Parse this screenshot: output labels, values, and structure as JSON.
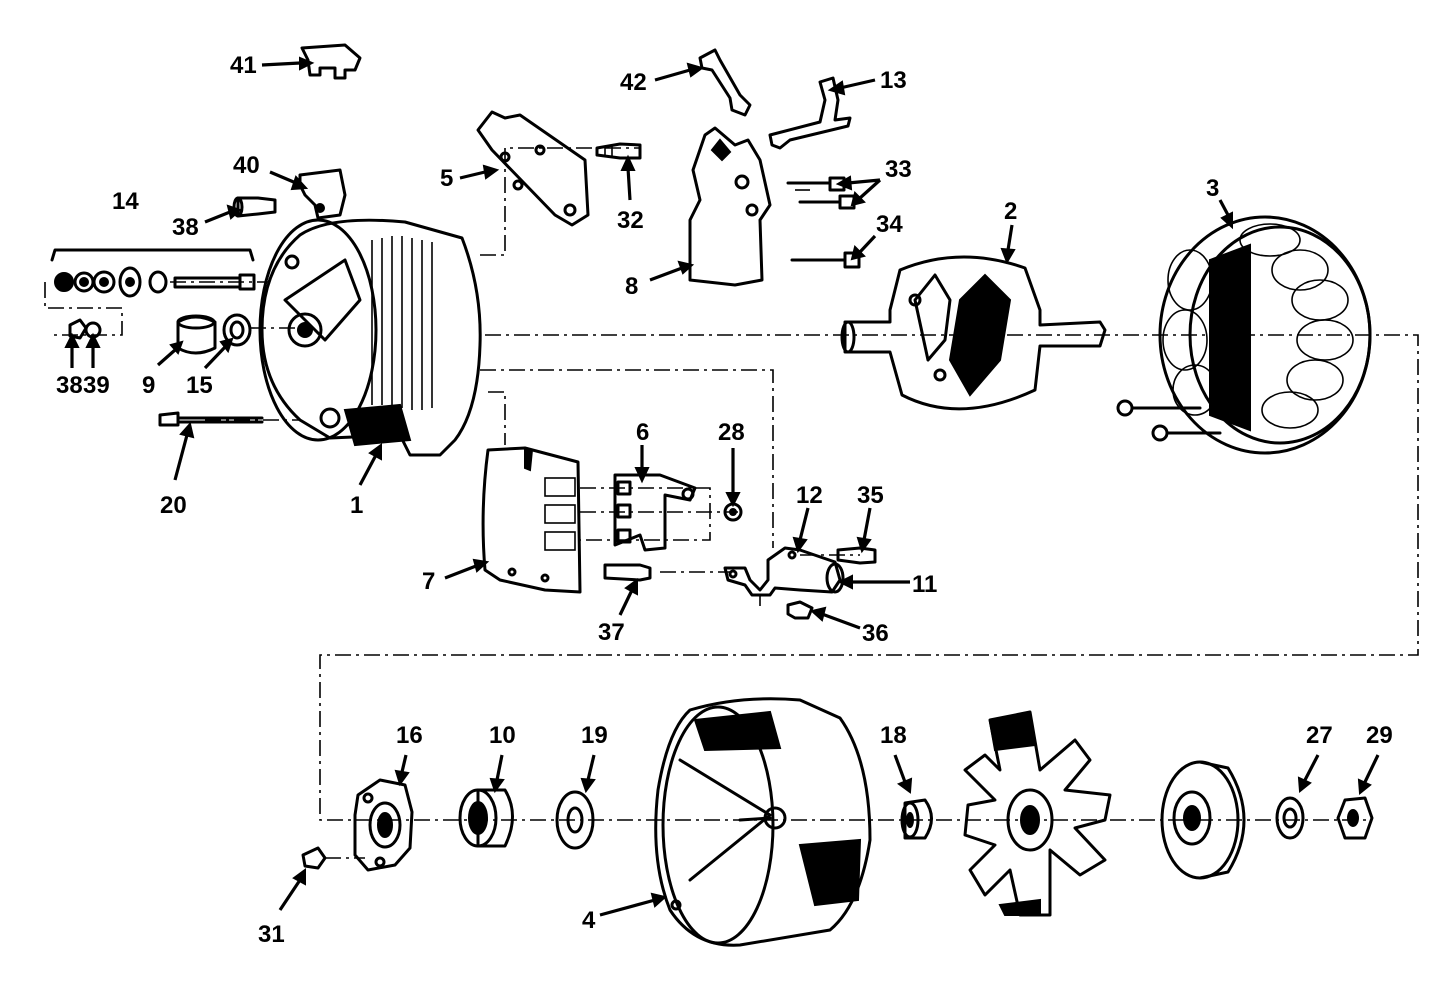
{
  "diagram": {
    "parts": [
      {
        "id": "41",
        "name": "part-41"
      },
      {
        "id": "42",
        "name": "part-42"
      },
      {
        "id": "13",
        "name": "part-13"
      },
      {
        "id": "40",
        "name": "part-40"
      },
      {
        "id": "5",
        "name": "part-5"
      },
      {
        "id": "32",
        "name": "part-32"
      },
      {
        "id": "33",
        "name": "part-33"
      },
      {
        "id": "14",
        "name": "part-14"
      },
      {
        "id": "38",
        "name": "part-38-upper"
      },
      {
        "id": "8",
        "name": "part-8"
      },
      {
        "id": "34",
        "name": "part-34"
      },
      {
        "id": "2",
        "name": "part-2"
      },
      {
        "id": "3",
        "name": "part-3"
      },
      {
        "id": "38",
        "name": "part-38-lower"
      },
      {
        "id": "39",
        "name": "part-39"
      },
      {
        "id": "9",
        "name": "part-9"
      },
      {
        "id": "15",
        "name": "part-15"
      },
      {
        "id": "20",
        "name": "part-20"
      },
      {
        "id": "1",
        "name": "part-1"
      },
      {
        "id": "6",
        "name": "part-6"
      },
      {
        "id": "28",
        "name": "part-28"
      },
      {
        "id": "12",
        "name": "part-12"
      },
      {
        "id": "35",
        "name": "part-35"
      },
      {
        "id": "7",
        "name": "part-7"
      },
      {
        "id": "11",
        "name": "part-11"
      },
      {
        "id": "37",
        "name": "part-37"
      },
      {
        "id": "36",
        "name": "part-36"
      },
      {
        "id": "16",
        "name": "part-16"
      },
      {
        "id": "10",
        "name": "part-10"
      },
      {
        "id": "19",
        "name": "part-19"
      },
      {
        "id": "18",
        "name": "part-18"
      },
      {
        "id": "27",
        "name": "part-27"
      },
      {
        "id": "29",
        "name": "part-29"
      },
      {
        "id": "31",
        "name": "part-31"
      },
      {
        "id": "4",
        "name": "part-4"
      }
    ]
  }
}
